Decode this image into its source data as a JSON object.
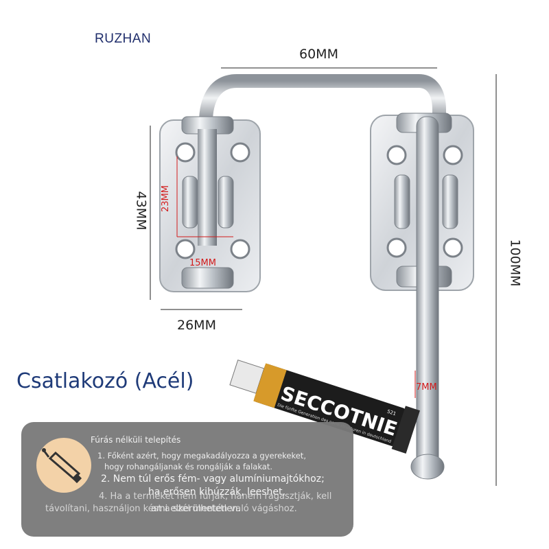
{
  "brand": "RUZHAN",
  "dimensions": {
    "width_total": "60MM",
    "height_plate": "43MM",
    "width_plate": "26MM",
    "height_total": "100MM",
    "inner_height": "23MM",
    "inner_width": "15MM",
    "bolt_diameter": "7MM"
  },
  "product_title": "Csatlakozó (Acél)",
  "tube": {
    "brand": "SECCOTNIE",
    "tagline": "Die fünfte Generation des nano-strukturen in deutschland",
    "code": "521"
  },
  "panel": {
    "title": "Fúrás nélküli telepítés",
    "line1a": "1. Főként azért, hogy megakadályozza a gyerekeket,",
    "line1b": "hogy rohangáljanak és rongálják a falakat.",
    "line2a": "2. Nem túl erős fém- vagy alumíniumajtókhoz;",
    "line2b": "ha erősen kihúzzák, leeshet,",
    "line3a": "4. Ha a terméket nem fúrják, hanem ragasztják, kell",
    "line3b": "távolítani, használjon kést a szél mentén való vágáshoz.",
    "line4b": "ami elkerülhetetlen."
  },
  "colors": {
    "brand_blue": "#1f2d6b",
    "title_blue": "#1e3a78",
    "dim_red": "#d21a1a",
    "panel_gray": "#7a7a7a"
  }
}
